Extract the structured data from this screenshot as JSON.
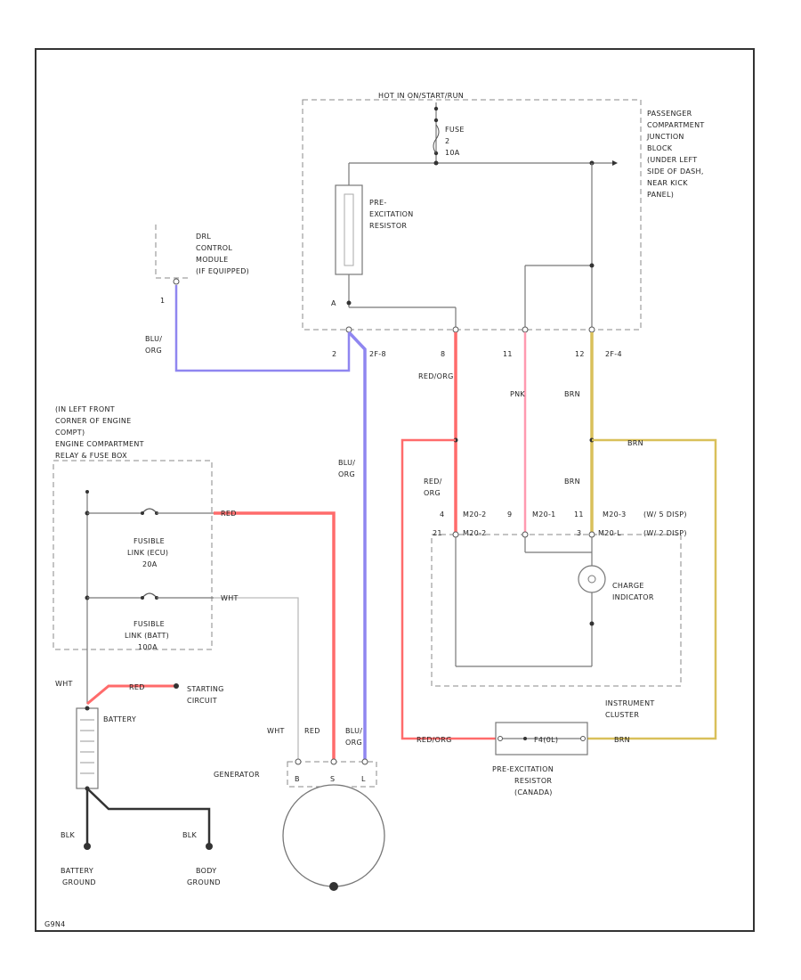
{
  "colors": {
    "red": "#ff6b6b",
    "pink": "#ff9ab0",
    "blue": "#8f86f0",
    "yellow": "#d9c05a",
    "black": "#333333",
    "gray": "#777777"
  },
  "labels": {
    "hot_in": "HOT IN ON/START/RUN",
    "fuse_1": "FUSE",
    "fuse_2": "2",
    "fuse_3": "10A",
    "pjb_1": "PASSENGER",
    "pjb_2": "COMPARTMENT",
    "pjb_3": "JUNCTION",
    "pjb_4": "BLOCK",
    "pjb_5": "(UNDER LEFT",
    "pjb_6": "SIDE OF DASH,",
    "pjb_7": "NEAR KICK",
    "pjb_8": "PANEL)",
    "preexc_1": "PRE-",
    "preexc_2": "EXCITATION",
    "preexc_3": "RESISTOR",
    "drl_1": "DRL",
    "drl_2": "CONTROL",
    "drl_3": "MODULE",
    "drl_4": "(IF EQUIPPED)",
    "pin_drl": "1",
    "pin_pjb_2": "2",
    "conn_2f8": "2F-8",
    "pin_8": "8",
    "pin_11": "11",
    "pin_12": "12",
    "conn_2f4": "2F-4",
    "pin_a": "A",
    "wire_blu_org_1": "BLU/",
    "wire_blu_org_2": "ORG",
    "wire_red_org": "RED/ORG",
    "wire_pnk": "PNK",
    "wire_brn": "BRN",
    "uf_1": "(IN LEFT FRONT",
    "uf_2": "CORNER OF ENGINE",
    "uf_3": "COMPT)",
    "uf_4": "ENGINE COMPARTMENT",
    "uf_5": "RELAY & FUSE BOX",
    "fl1_1": "FUSIBLE",
    "fl1_2": "LINK (ECU)",
    "fl1_3": "20A",
    "fl2_1": "FUSIBLE",
    "fl2_2": "LINK (BATT)",
    "fl2_3": "100A",
    "wire_red": "RED",
    "wire_wht": "WHT",
    "wire_blu_org_mid_1": "BLU/",
    "wire_blu_org_mid_2": "ORG",
    "wire_red_org_2_1": "RED/",
    "wire_red_org_2_2": "ORG",
    "pin_4": "4",
    "conn_m20_2": "M20-2",
    "pin_9": "9",
    "conn_m20_1": "M20-1",
    "pin_11b": "11",
    "conn_m20_3": "M20-3",
    "pin_21": "21",
    "conn_m20_2b": "M20-2",
    "pin_3": "3",
    "conn_m20_l": "M20-L",
    "ic_1": "(W/ 5 DISP)",
    "ic_2": "(W/ 2 DISP)",
    "charge_1": "CHARGE",
    "charge_2": "INDICATOR",
    "ic_name_1": "INSTRUMENT",
    "ic_name_2": "CLUSTER",
    "wht_batt": "WHT",
    "red_batt": "RED",
    "starting_1": "STARTING",
    "starting_2": "CIRCUIT",
    "battery": "BATTERY",
    "gen_wht": "WHT",
    "gen_red": "RED",
    "gen_blu_1": "BLU/",
    "gen_blu_2": "ORG",
    "generator": "GENERATOR",
    "gen_b": "B",
    "gen_s": "S",
    "gen_l": "L",
    "red_org_bottom": "RED/ORG",
    "brn_bottom": "BRN",
    "pr_1": "PRE-EXCITATION",
    "pr_2": "RESISTOR",
    "pr_3": "(CANADA)",
    "pr_rf": "F4(0L)",
    "blk_1": "BLK",
    "blk_2": "BLK",
    "bg_1": "BATTERY",
    "bg_2": "GROUND",
    "body_1": "BODY",
    "body_2": "GROUND",
    "page_id": "G9N4"
  }
}
